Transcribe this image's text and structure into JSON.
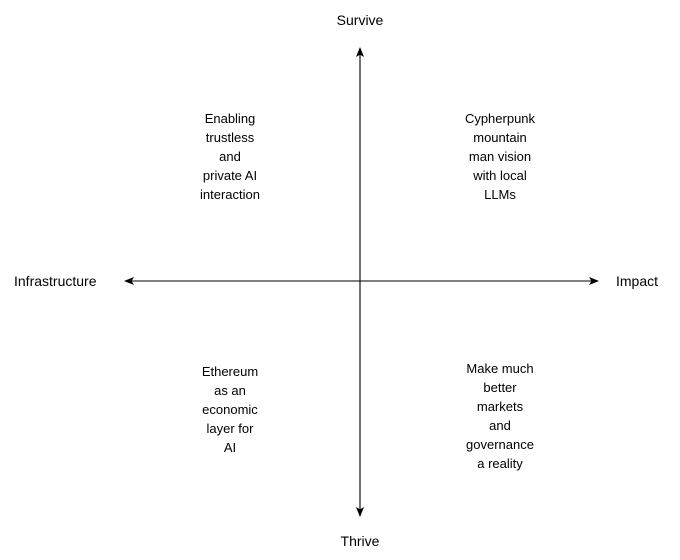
{
  "diagram": {
    "title": "Survive / Thrive vs Infrastructure / Impact quadrant",
    "background_color": "#ffffff",
    "line_color": "#000000",
    "text_color": "#000000",
    "axes": {
      "vertical": {
        "top_label": "Survive",
        "bottom_label": "Thrive"
      },
      "horizontal": {
        "left_label": "Infrastructure",
        "right_label": "Impact"
      }
    },
    "quadrants": {
      "top_left": {
        "lines": [
          "Enabling",
          "trustless",
          "and",
          "private AI",
          "interaction"
        ]
      },
      "top_right": {
        "lines": [
          "Cypherpunk",
          "mountain",
          "man vision",
          "with local",
          "LLMs"
        ]
      },
      "bottom_left": {
        "lines": [
          "Ethereum",
          "as an",
          "economic",
          "layer for",
          "AI"
        ]
      },
      "bottom_right": {
        "lines": [
          "Make much",
          "better",
          "markets",
          "and",
          "governance",
          "a reality"
        ]
      }
    }
  },
  "chart_data": {
    "type": "scatter",
    "title": "",
    "xlabel": "",
    "ylabel": "",
    "axis_style": "two-headed arrows, quadrant / 2x2 matrix",
    "grid": false,
    "legend": "none",
    "x_axis": {
      "negative_label": "Infrastructure",
      "positive_label": "Impact"
    },
    "y_axis": {
      "negative_label": "Thrive",
      "positive_label": "Survive"
    },
    "annotations": [
      {
        "quadrant": "top-left",
        "x_region": "Infrastructure",
        "y_region": "Survive",
        "text": "Enabling trustless and private AI interaction"
      },
      {
        "quadrant": "top-right",
        "x_region": "Impact",
        "y_region": "Survive",
        "text": "Cypherpunk mountain man vision with local LLMs"
      },
      {
        "quadrant": "bottom-left",
        "x_region": "Infrastructure",
        "y_region": "Thrive",
        "text": "Ethereum as an economic layer for AI"
      },
      {
        "quadrant": "bottom-right",
        "x_region": "Impact",
        "y_region": "Thrive",
        "text": "Make much better markets and governance a reality"
      }
    ]
  }
}
